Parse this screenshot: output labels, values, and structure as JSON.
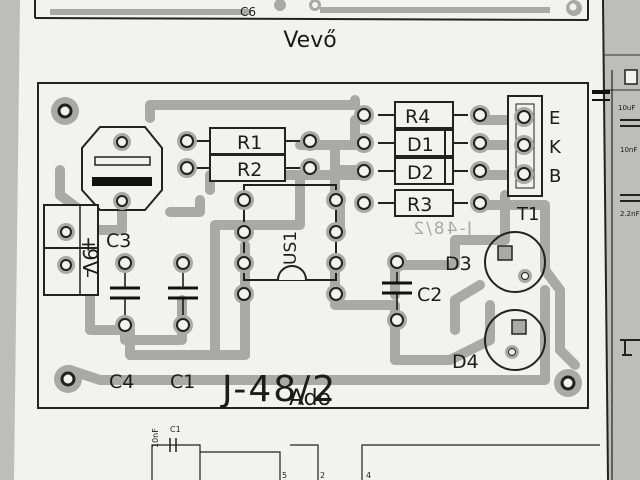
{
  "captions": {
    "top": "Vevő",
    "bottom": "Adó",
    "top_label_cut": "C6"
  },
  "board": {
    "code": "J-48/2",
    "code_mirrored": "J-48/2"
  },
  "components": {
    "R1": "R1",
    "R2": "R2",
    "R3": "R3",
    "R4": "R4",
    "D1": "D1",
    "D2": "D2",
    "D3": "D3",
    "D4": "D4",
    "C1": "C1",
    "C2": "C2",
    "C3": "C3",
    "C4": "C4",
    "US1": "US1",
    "T1": "T1",
    "E": "E",
    "K": "K",
    "B": "B",
    "supply": "9V",
    "plus": "+",
    "minus": "–"
  },
  "schematic": {
    "c10uf": "10uF",
    "c10nf": "10nF",
    "c22nf": "2.2nF",
    "c1": "C1",
    "c1_val": "10nF",
    "pin5": "5",
    "pin2": "2",
    "pin4": "4"
  },
  "colors": {
    "paper": "#f2f2f0",
    "trace": "#a9a9a7",
    "ink": "#1c1c1c",
    "background": "#bdbdbb"
  }
}
